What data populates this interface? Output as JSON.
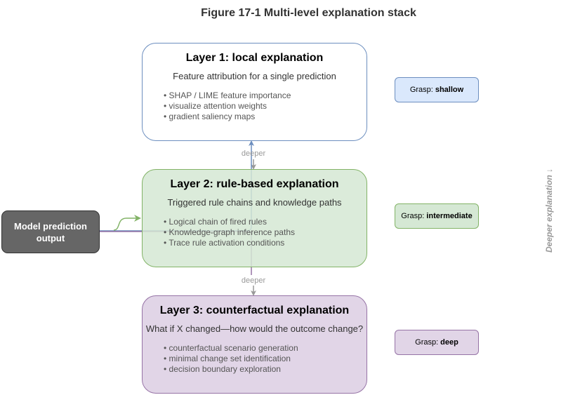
{
  "title": "Figure 17-1 Multi-level explanation stack",
  "model_box": {
    "line1": "Model prediction",
    "line2": "output"
  },
  "layers": [
    {
      "title": "Layer 1: local explanation",
      "subtitle": "Feature attribution for a single prediction",
      "bullets": [
        "• SHAP / LIME feature importance",
        "• visualize attention weights",
        "• gradient saliency maps"
      ],
      "fill": "#dae8fc",
      "stroke": "#6c8ebf"
    },
    {
      "title": "Layer 2: rule-based explanation",
      "subtitle": "Triggered rule chains and knowledge paths",
      "bullets": [
        "• Logical chain of fired rules",
        "• Knowledge-graph inference paths",
        "• Trace rule activation conditions"
      ],
      "fill": "#d5e8d4",
      "stroke": "#82b366"
    },
    {
      "title": "Layer 3: counterfactual explanation",
      "subtitle": "What if X changed—how would the outcome change?",
      "bullets": [
        "• counterfactual scenario generation",
        "• minimal change set identification",
        "• decision boundary exploration"
      ],
      "fill": "#e1d5e7",
      "stroke": "#9673a6"
    }
  ],
  "grasp": [
    {
      "prefix": "Grasp:",
      "level": "shallow"
    },
    {
      "prefix": "Grasp:",
      "level": "intermediate"
    },
    {
      "prefix": "Grasp:",
      "level": "deep"
    }
  ],
  "edge_labels": [
    "deeper",
    "deeper"
  ],
  "side_label": "Deeper explanation ↓"
}
